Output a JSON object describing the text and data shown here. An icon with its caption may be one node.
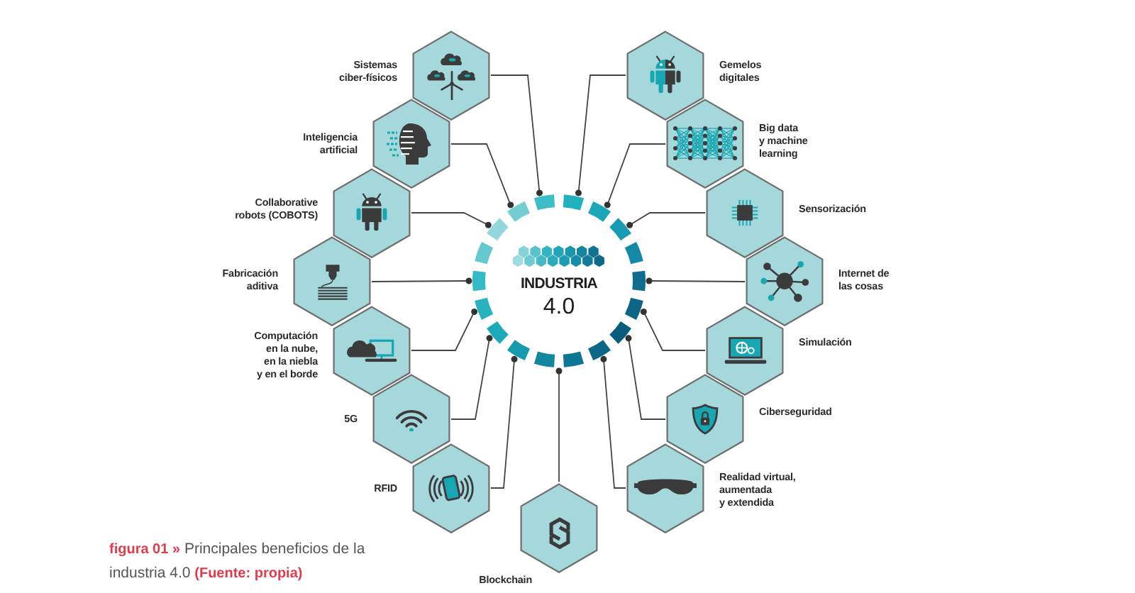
{
  "diagram": {
    "caption": "**figura 01 »** Principales beneficios de la industria 4.0 **(Fuente: propia)**",
    "nodes": [
      {
        "text": [
          "INDUSTRIA",
          "4.0"
        ]
      },
      {
        "text": [
          "Sistemas ciber-físicos"
        ]
      },
      {
        "text": [
          "Inteligencia artificial"
        ]
      },
      {
        "text": [
          "Collaborative robots (COBOTS)"
        ]
      },
      {
        "text": [
          "Fabricación aditiva"
        ]
      },
      {
        "text": [
          "Computación en la nube, en la niebla y en el borde"
        ]
      },
      {
        "text": [
          "5G"
        ]
      },
      {
        "text": [
          "RFID"
        ]
      },
      {
        "text": [
          "Blockchain"
        ]
      },
      {
        "text": [
          "Gemelos digitales"
        ]
      },
      {
        "text": [
          "Big data y machine learning"
        ]
      },
      {
        "text": [
          "Sensorización"
        ]
      },
      {
        "text": [
          "Internet de las cosas"
        ]
      },
      {
        "text": [
          "Simulación"
        ]
      },
      {
        "text": [
          "Ciberseguridad"
        ]
      },
      {
        "text": [
          "Realidad virtual, aumentada y extendida"
        ]
      }
    ],
    "edges": [
      {
        "from": 1,
        "to": 0,
        "arrow": "other"
      },
      {
        "from": 2,
        "to": 0,
        "arrow": "other"
      },
      {
        "from": 3,
        "to": 0,
        "arrow": "other"
      },
      {
        "from": 4,
        "to": 0,
        "arrow": "other"
      },
      {
        "from": 5,
        "to": 0,
        "arrow": "other"
      },
      {
        "from": 6,
        "to": 0,
        "arrow": "other"
      },
      {
        "from": 7,
        "to": 0,
        "arrow": "other"
      },
      {
        "from": 8,
        "to": 0,
        "arrow": "other"
      },
      {
        "from": 9,
        "to": 0,
        "arrow": "other"
      },
      {
        "from": 10,
        "to": 0,
        "arrow": "other"
      },
      {
        "from": 11,
        "to": 0,
        "arrow": "other"
      },
      {
        "from": 12,
        "to": 0,
        "arrow": "other"
      },
      {
        "from": 13,
        "to": 0,
        "arrow": "other"
      },
      {
        "from": 14,
        "to": 0,
        "arrow": "other"
      },
      {
        "from": 15,
        "to": 0,
        "arrow": "other"
      }
    ]
  }
}
